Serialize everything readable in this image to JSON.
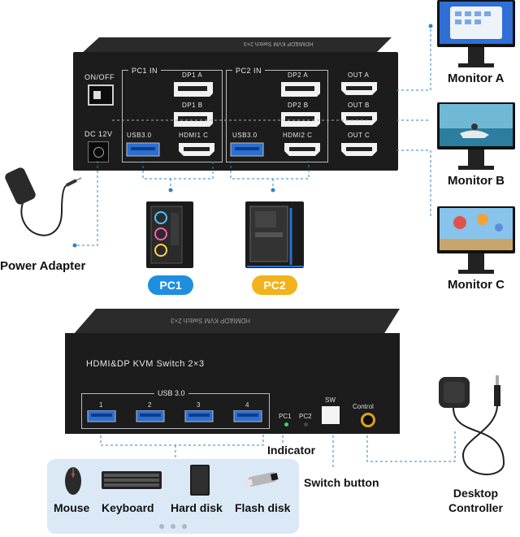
{
  "top_unit": {
    "brand_text": "HDMI&DP KVM Switch 2×3",
    "switch_label": "ON/OFF",
    "power_port_label": "DC 12V",
    "pc1_group": "PC1 IN",
    "pc2_group": "PC2 IN",
    "ports": {
      "dp1a": "DP1 A",
      "dp1b": "DP1 B",
      "usb_pc1": "USB3.0",
      "hdmi1c": "HDMI1 C",
      "dp2a": "DP2 A",
      "dp2b": "DP2 B",
      "usb_pc2": "USB3.0",
      "hdmi2c": "HDMI2 C",
      "outa": "OUT A",
      "outb": "OUT B",
      "outc": "OUT C"
    }
  },
  "monitors": [
    "Monitor A",
    "Monitor B",
    "Monitor C"
  ],
  "computers": [
    "PC1",
    "PC2"
  ],
  "power_adapter": "Power Adapter",
  "bottom_unit": {
    "title": "HDMI&DP KVM Switch 2×3",
    "usb_group": "USB 3.0",
    "usb_numbers": [
      "1",
      "2",
      "3",
      "4"
    ],
    "led_pc1": "PC1",
    "led_pc2": "PC2",
    "sw_label": "SW",
    "control_label": "Control"
  },
  "callouts": {
    "indicator": "Indicator",
    "switch_button": "Switch button",
    "desktop_controller": "Desktop\nController"
  },
  "peripherals": [
    "Mouse",
    "Keyboard",
    "Hard disk",
    "Flash disk"
  ],
  "colors": {
    "pc1_pill": "#1e8fe0",
    "pc2_pill": "#f2b21b",
    "device_body": "#1c1c1c",
    "usb_blue": "#2d6fd1",
    "connector_line": "#2b86c5",
    "peripheral_panel": "#dbe9f7"
  }
}
